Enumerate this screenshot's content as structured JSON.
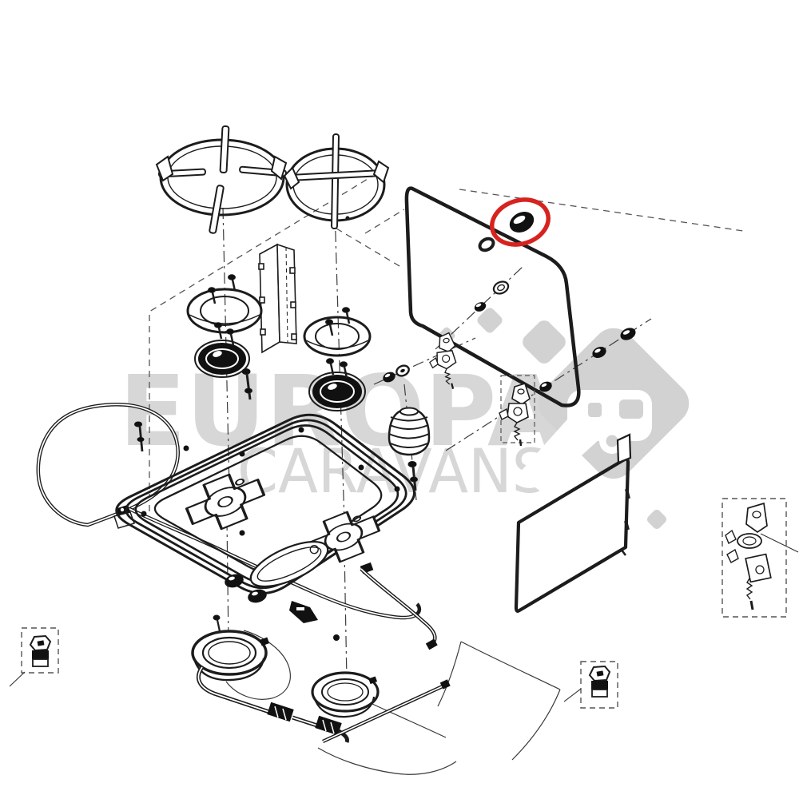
{
  "canvas": {
    "background": "#ffffff",
    "line_color": "#1c1c1c",
    "guide_line_color": "#555555"
  },
  "watermark": {
    "line1": "EUROPA",
    "line2": "CARAVANS",
    "text_color": "#d7d7d7",
    "logo_color": "#d2d2d2"
  },
  "highlight": {
    "circle_color": "#d7231f",
    "highlighted_part": "lid-grommet"
  },
  "parts": [
    "pan-support-left",
    "pan-support-right",
    "burner-ring-left",
    "burner-ring-right",
    "burner-cap-left",
    "burner-cap-right",
    "heat-deflector-bracket",
    "hob-tray",
    "burner-mount-cross-left",
    "burner-mount-cross-right",
    "rim-seal-gasket",
    "glass-lid",
    "lid-grommet",
    "lid-hole",
    "hinge-latch-left",
    "hinge-latch-right",
    "control-bellows",
    "gas-burner-base-left",
    "gas-burner-base-right",
    "gas-pipe",
    "supply-pipe",
    "flexible-hose",
    "heat-shield-panel",
    "rubber-feet",
    "gas-inlet-bushing-left",
    "gas-inlet-bushing-bottom",
    "gas-valve-assembly"
  ]
}
